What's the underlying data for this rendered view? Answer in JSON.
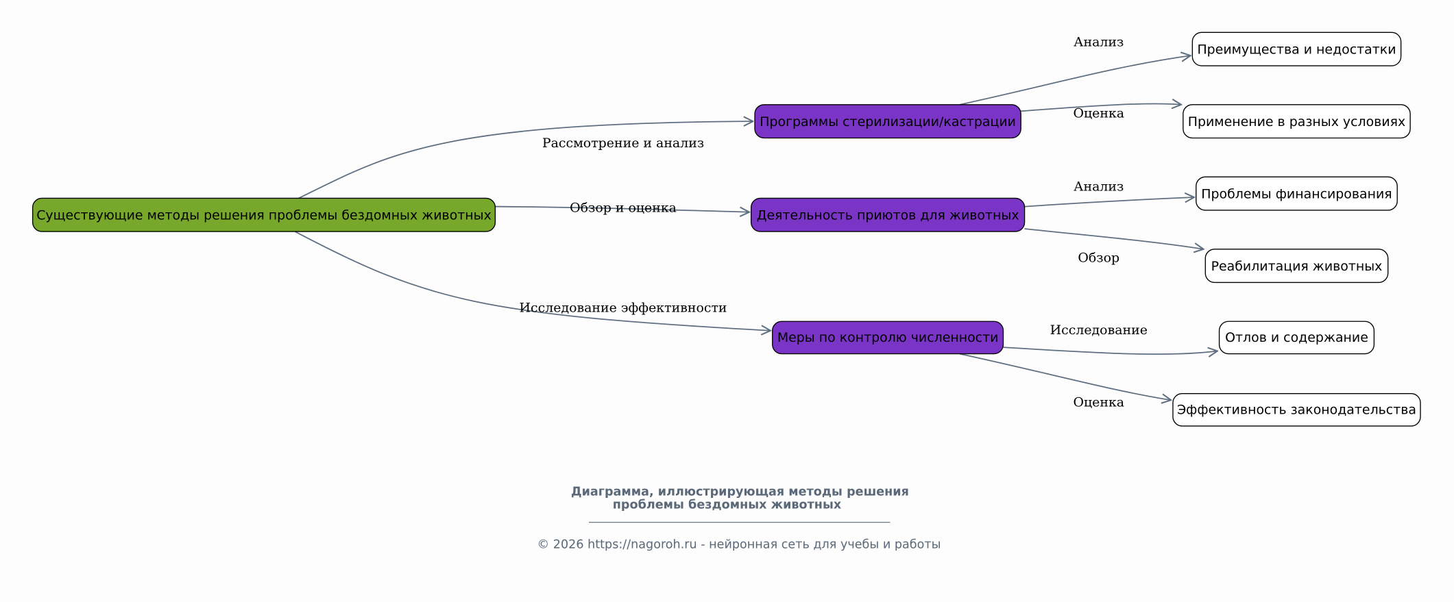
{
  "colors": {
    "root": "#77a82b",
    "middle": "#7b35c6",
    "leaf": "#ffffff",
    "edge": "#5f6f80",
    "caption": "#5a6878"
  },
  "nodes": {
    "root": "Существующие методы решения проблемы бездомных животных",
    "sterilization": "Программы стерилизации/кастрации",
    "shelters": "Деятельность приютов для животных",
    "control": "Меры по контролю численности",
    "pros_cons": "Преимущества и недостатки",
    "application": "Применение в разных условиях",
    "funding": "Проблемы финансирования",
    "rehab": "Реабилитация животных",
    "catching": "Отлов и содержание",
    "legislation": "Эффективность законодательства"
  },
  "edges": {
    "root_sterilization": "Рассмотрение и анализ",
    "root_shelters": "Обзор и оценка",
    "root_control": "Исследование эффективности",
    "sterilization_pros_cons": "Анализ",
    "sterilization_application": "Оценка",
    "shelters_funding": "Анализ",
    "shelters_rehab": "Обзор",
    "control_catching": "Исследование",
    "control_legislation": "Оценка"
  },
  "caption": {
    "line1": "Диаграмма, иллюстрирующая методы решения",
    "line2": "проблемы бездомных животных",
    "footer": "© 2026 https://nagoroh.ru - нейронная сеть для учебы и работы"
  }
}
